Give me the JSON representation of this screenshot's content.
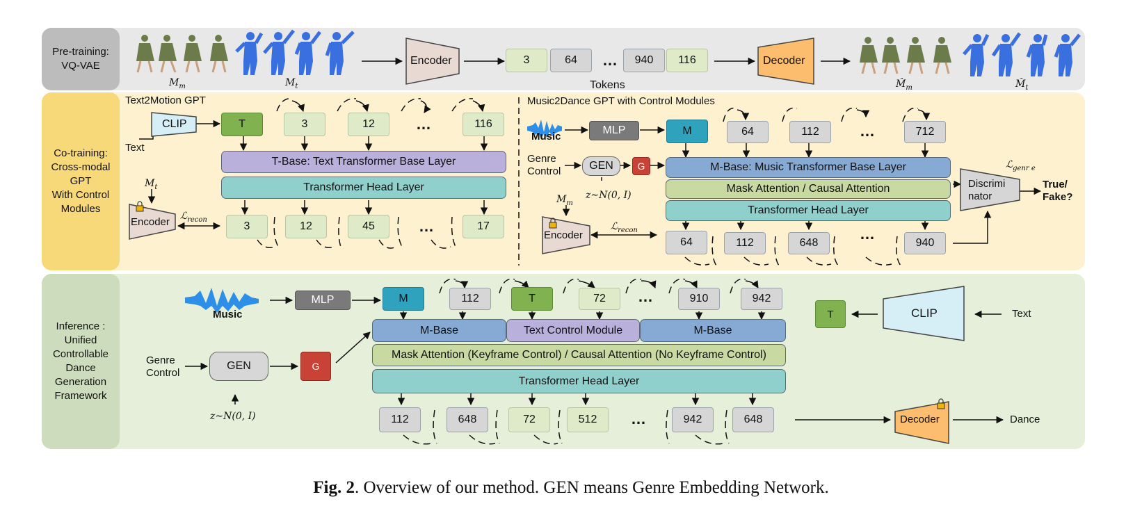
{
  "colors": {
    "pretrain_band": "#e8e8e8",
    "pretrain_label": "#bcbcbc",
    "cotrain_band": "#fdf1cf",
    "cotrain_label": "#f8d97a",
    "infer_band": "#e6efd9",
    "infer_label": "#cddcbc",
    "encoder": "#e8d9d3",
    "decoder": "#fdbd6e",
    "clip": "#d6eef5",
    "token_green": "#dfeac8",
    "token_gray": "#d6d6d6"
  },
  "labels": {
    "pretrain": "Pre-training:\nVQ-VAE",
    "cotrain": "Co-training:\nCross-modal\nGPT\nWith Control\nModules",
    "inference": "Inference :\nUnified\nControllable\nDance\nGeneration\nFramework"
  },
  "pretrain": {
    "encoder": "Encoder",
    "decoder": "Decoder",
    "tokens": [
      "3",
      "64",
      "940",
      "116"
    ],
    "ellipsis": "…",
    "tokens_label": "Tokens",
    "m_m": "M",
    "m_m_sub": "m",
    "m_t": "M",
    "m_t_sub": "t",
    "m_m_hat": "M̂",
    "m_t_hat": "M̂"
  },
  "text2motion": {
    "title": "Text2Motion GPT",
    "clip": "CLIP",
    "text": "Text",
    "t": "T",
    "in_tokens": [
      "3",
      "12",
      "116"
    ],
    "ellipsis": "…",
    "base": "T-Base: Text Transformer Base Layer",
    "head": "Transformer Head Layer",
    "out_tokens": [
      "3",
      "12",
      "45",
      "17"
    ],
    "encoder": "Encoder",
    "mt": "M",
    "mt_sub": "t",
    "recon": "ℒ",
    "recon_sub": "recon"
  },
  "music2dance": {
    "title": "Music2Dance GPT with Control Modules",
    "music": "Music",
    "mlp": "MLP",
    "m": "M",
    "in_tokens": [
      "64",
      "112",
      "712"
    ],
    "ellipsis": "…",
    "genre_control": "Genre\nControl",
    "gen": "GEN",
    "g": "G",
    "z": "z∼N(0, I)",
    "base": "M-Base: Music Transformer Base Layer",
    "mask": "Mask Attention / Causal Attention",
    "head": "Transformer Head Layer",
    "out_tokens": [
      "64",
      "112",
      "648",
      "940"
    ],
    "mm": "M",
    "mm_sub": "m",
    "encoder": "Encoder",
    "recon": "ℒ",
    "recon_sub": "recon",
    "discriminator": "Discrimi\nnator",
    "lgenre": "ℒ",
    "lgenre_sub": "genr e",
    "true_fake": "True/\nFake?"
  },
  "inference": {
    "music": "Music",
    "mlp": "MLP",
    "m": "M",
    "t": "T",
    "in_tokens": [
      "112",
      "72",
      "910",
      "942"
    ],
    "ellipsis": "…",
    "mbase_left": "M-Base",
    "text_control": "Text Control Module",
    "mbase_right": "M-Base",
    "mask": "Mask Attention (Keyframe Control) / Causal Attention (No Keyframe Control)",
    "head": "Transformer Head Layer",
    "out_tokens": [
      "112",
      "648",
      "72",
      "512",
      "942",
      "648"
    ],
    "genre_control": "Genre\nControl",
    "gen": "GEN",
    "g": "G",
    "z": "z∼N(0, I)",
    "clip": "CLIP",
    "text": "Text",
    "t_right": "T",
    "decoder": "Decoder",
    "dance": "Dance"
  },
  "caption": {
    "fig": "Fig. 2",
    "text": ". Overview of our method. GEN means Genre Embedding Network."
  }
}
